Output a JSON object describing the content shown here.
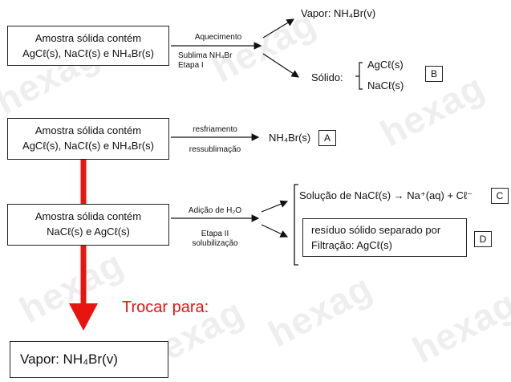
{
  "watermark": "hexag",
  "row1": {
    "sample_text": "Amostra sólida contém",
    "sample_formula": "AgCℓ(s), NaCℓ(s) e NH₄Br(s)",
    "arrow_top_label": "Aquecimento",
    "arrow_bottom_label_1": "Sublima NH₄Br",
    "arrow_bottom_label_2": "Etapa I",
    "vapor_text": "Vapor: NH₄Br(v)",
    "solid_text": "Sólido:",
    "solid_item_1": "AgCℓ(s)",
    "solid_item_2": "NaCℓ(s)",
    "tag": "B"
  },
  "row2": {
    "sample_text": "Amostra sólida contém",
    "sample_formula": "AgCℓ(s), NaCℓ(s) e NH₄Br(s)",
    "arrow_top_label": "resfriamento",
    "arrow_bottom_label": "ressublimação",
    "product": "NH₄Br(s)",
    "tag": "A"
  },
  "row3": {
    "sample_text": "Amostra sólida contém",
    "sample_formula": "NaCℓ(s) e AgCℓ(s)",
    "arrow_top_label": "Adição de H₂O",
    "arrow_bottom_label_1": "Etapa II",
    "arrow_bottom_label_2": "solubilização",
    "solution_text": "Solução de NaCℓ(s) → Na⁺(aq) + Cℓ⁻",
    "solution_tag": "C",
    "residue_line_1": "resíduo sólido separado por",
    "residue_line_2": "Filtração: AgCℓ(s)",
    "residue_tag": "D"
  },
  "correction": {
    "label": "Trocar para:",
    "box_text": "Vapor: NH₄Br(v)",
    "color": "#e8140f"
  }
}
